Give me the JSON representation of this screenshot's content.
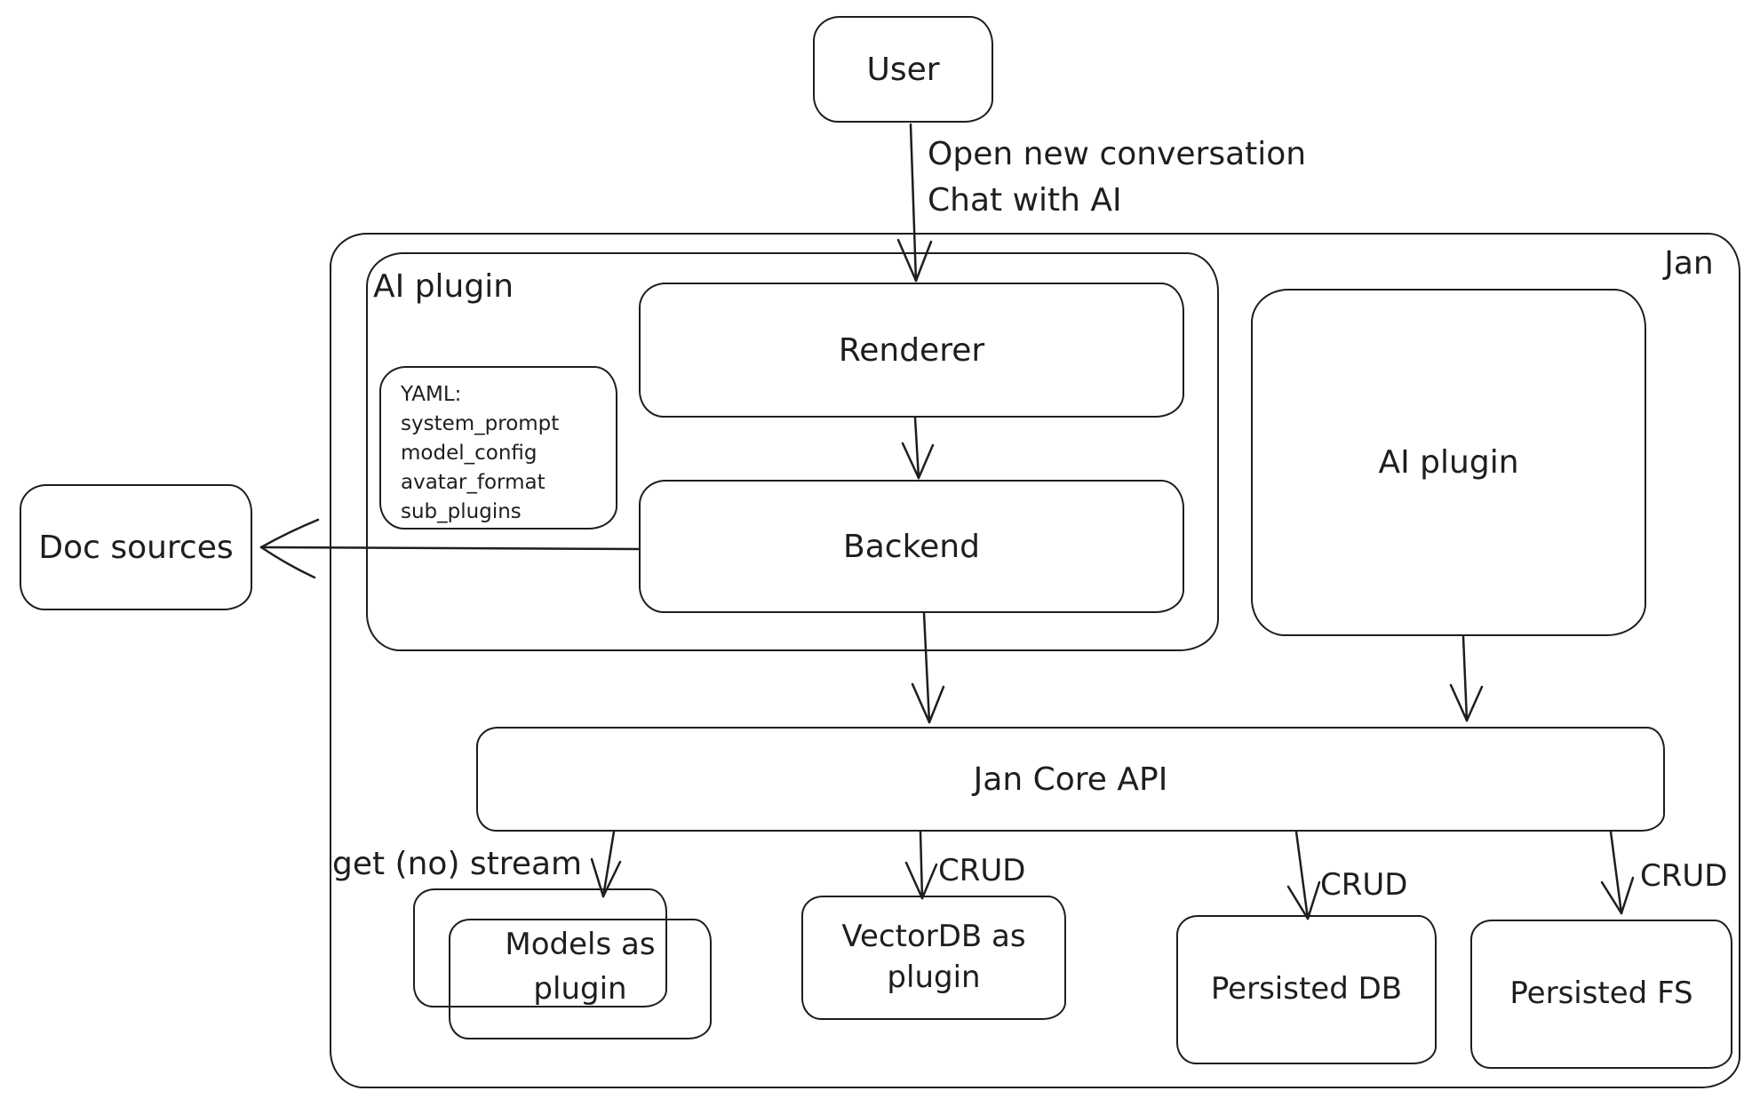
{
  "diagram": {
    "style": {
      "stroke_color": "#1e1e1e",
      "background_color": "#ffffff",
      "look": "hand-drawn sketch"
    },
    "nodes": {
      "user": {
        "label": "User"
      },
      "jan_container": {
        "label": "Jan"
      },
      "ai_plugin_group": {
        "label": "AI plugin"
      },
      "yaml_note": {
        "lines": [
          "YAML:",
          "system_prompt",
          "model_config",
          "avatar_format",
          "sub_plugins"
        ]
      },
      "renderer": {
        "label": "Renderer"
      },
      "backend": {
        "label": "Backend"
      },
      "ai_plugin_box": {
        "label": "AI plugin"
      },
      "doc_sources": {
        "label": "Doc sources"
      },
      "jan_core_api": {
        "label": "Jan Core API"
      },
      "models_as_plugin": {
        "label": "Models as plugin"
      },
      "vectordb_as_plugin": {
        "label": "VectorDB as plugin"
      },
      "persisted_db": {
        "label": "Persisted DB"
      },
      "persisted_fs": {
        "label": "Persisted FS"
      }
    },
    "edges": {
      "user_to_renderer": {
        "lines": [
          "Open new conversation",
          "Chat with AI"
        ]
      },
      "core_to_models": {
        "label": "get (no) stream"
      },
      "core_to_vectordb": {
        "label": "CRUD"
      },
      "core_to_persisted_db": {
        "label": "CRUD"
      },
      "core_to_persisted_fs": {
        "label": "CRUD"
      }
    }
  }
}
